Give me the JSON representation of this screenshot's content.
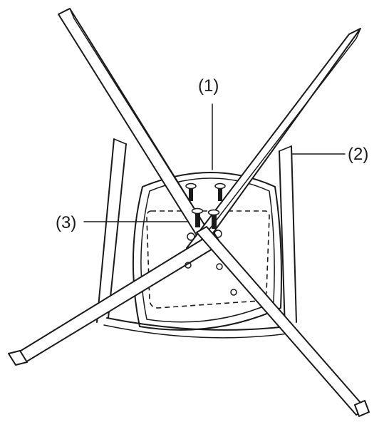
{
  "diagram": {
    "callouts": [
      {
        "id": "1",
        "label": "(1)"
      },
      {
        "id": "2",
        "label": "(2)"
      },
      {
        "id": "3",
        "label": "(3)"
      }
    ]
  }
}
